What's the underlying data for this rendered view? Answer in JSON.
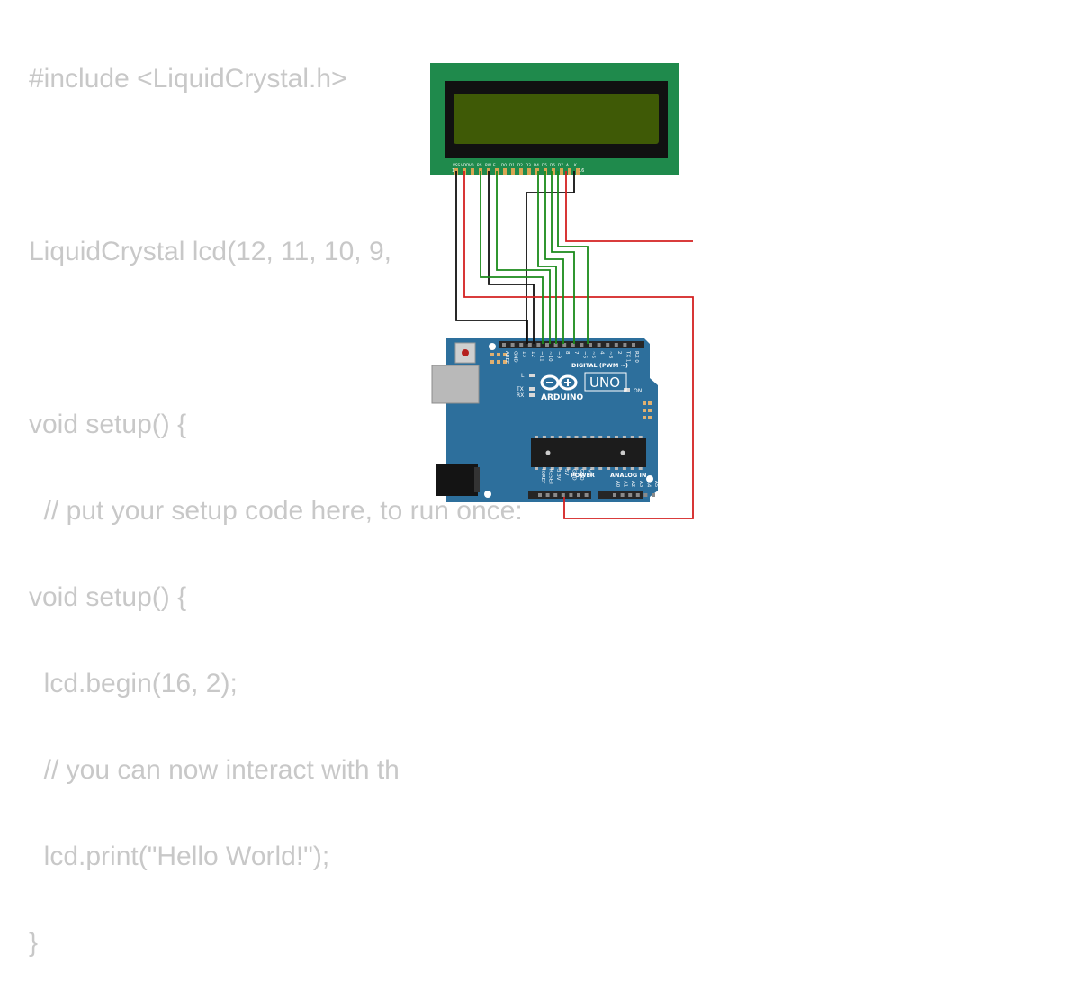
{
  "code_lines": [
    "#include <LiquidCrystal.h>",
    "",
    "LiquidCrystal lcd(12, 11, 10, 9,",
    "",
    "void setup() {",
    "  // put your setup code here, to run once:",
    "void setup() {",
    "  lcd.begin(16, 2);",
    "  // you can now interact with th",
    "  lcd.print(\"Hello World!\");",
    "}"
  ],
  "lcd": {
    "pin_labels": [
      "VSS",
      "VDD",
      "V0",
      "RS",
      "RW",
      "E",
      "D0",
      "D1",
      "D2",
      "D3",
      "D4",
      "D5",
      "D6",
      "D7",
      "A",
      "K"
    ],
    "pin_first": "1",
    "pin_last": "16"
  },
  "arduino": {
    "brand": "ARDUINO",
    "model": "UNO",
    "digital_label": "DIGITAL (PWM ~)",
    "digital_pins": [
      "AREF",
      "GND",
      "13",
      "12",
      "~11",
      "~10",
      "~9",
      "8",
      "7",
      "~6",
      "~5",
      "4",
      "~3",
      "2",
      "TX 1",
      "RX 0"
    ],
    "on_label": "ON",
    "l_label": "L",
    "tx_label": "TX",
    "rx_label": "RX",
    "power_label": "POWER",
    "power_pins": [
      "IOREF",
      "RESET",
      "3.3V",
      "5V",
      "GND",
      "GND",
      "Vin"
    ],
    "analog_label": "ANALOG IN",
    "analog_pins": [
      "A0",
      "A1",
      "A2",
      "A3",
      "A4",
      "A5"
    ]
  },
  "colors": {
    "code_text": "#c8c8c8",
    "lcd_board": "#1f8a4c",
    "lcd_screen": "#3f5a06",
    "arduino_board": "#2d6f9c",
    "wire_green": "#1a8a1a",
    "wire_red": "#d42020",
    "wire_black": "#111111"
  }
}
